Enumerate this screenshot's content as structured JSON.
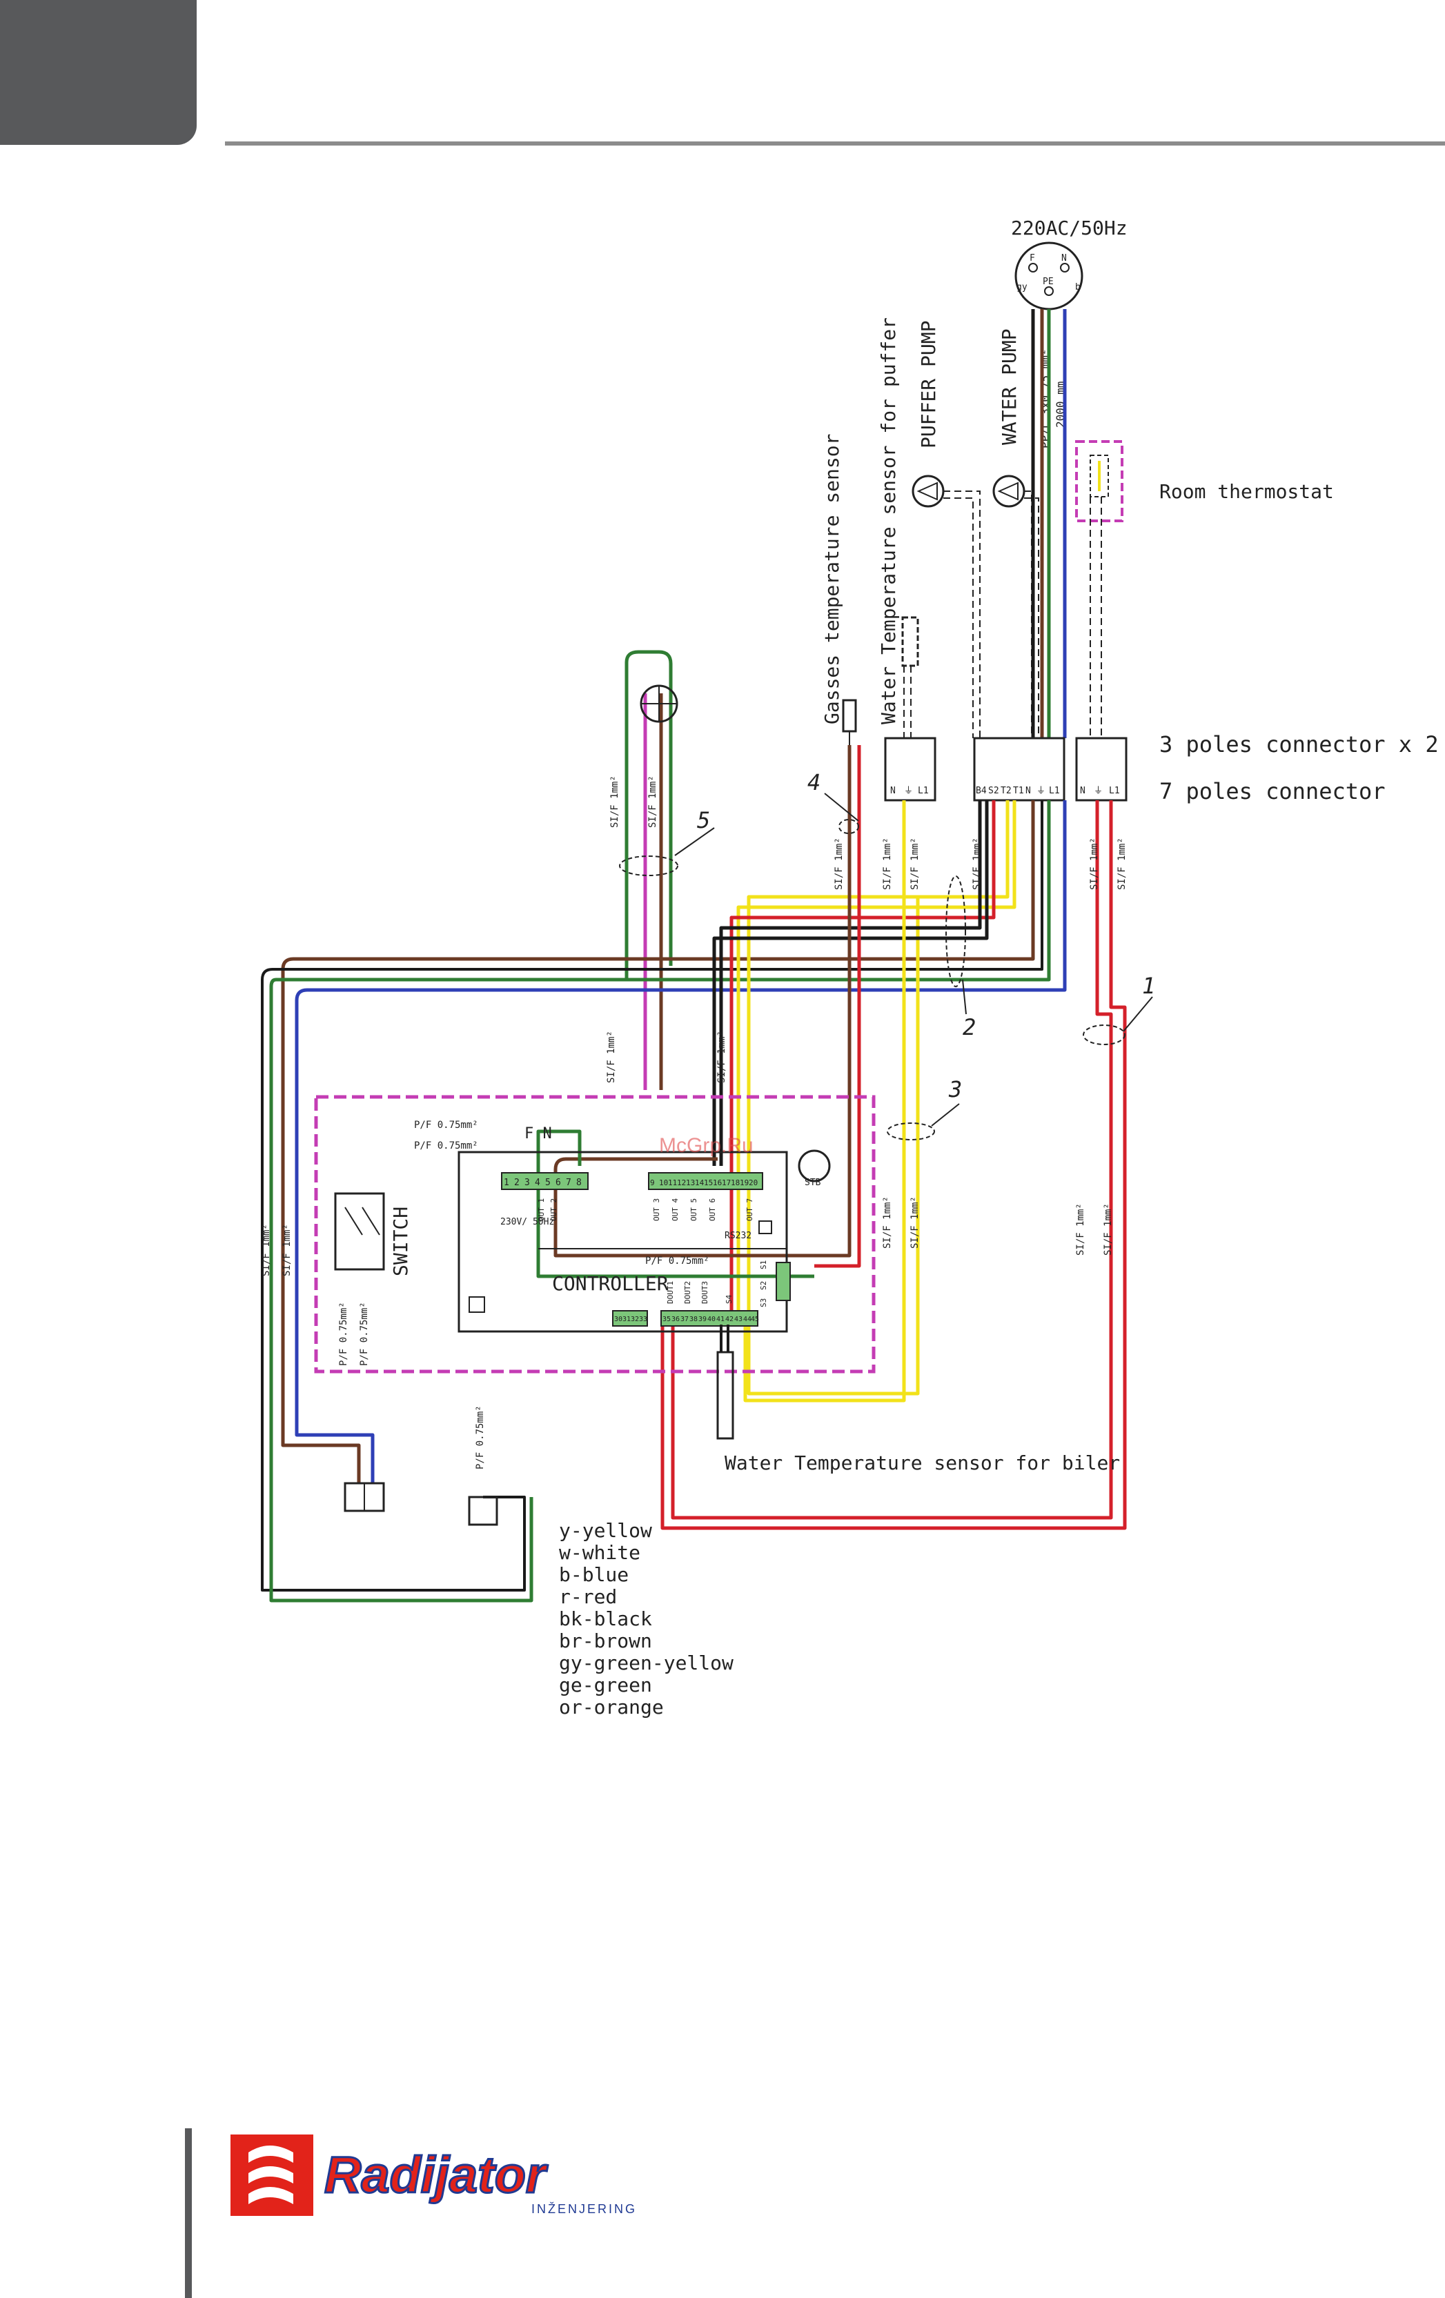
{
  "power": {
    "label": "220AC/50Hz"
  },
  "power_terminals": [
    "F",
    "N",
    "PE",
    "b",
    "gy"
  ],
  "cable_spec_power": [
    "PP/L 3x0.75 mm²",
    "2000 mm"
  ],
  "components": {
    "room_thermostat": "Room thermostat",
    "puffer_pump": "PUFFER PUMP",
    "water_pump": "WATER PUMP",
    "water_sensor_puffer": "Water Temperature sensor for puffer",
    "gasses_sensor": "Gasses temperature sensor",
    "connector_3": "3 poles connector x 2",
    "connector_7": "7 poles connector",
    "controller": "CONTROLLER",
    "switch": "SWITCH",
    "stb": "STB",
    "rs232": "RS232",
    "water_sensor_boiler": "Water Temperature sensor for biler",
    "watermark": "McGrp.Ru"
  },
  "cable_numbers": [
    "1",
    "2",
    "3",
    "4",
    "5"
  ],
  "cable_specs": {
    "si_f": "SI/F 1mm²",
    "pf": "P/F 0.75mm²"
  },
  "controller_labels": {
    "fn": "F N",
    "power_in": "230V/ 50Hz",
    "terminals_left": [
      "1",
      "2",
      "3",
      "4",
      "5",
      "6",
      "7",
      "8"
    ],
    "terminals_mid": [
      "9",
      "10",
      "11",
      "12",
      "13",
      "14",
      "15",
      "16",
      "17",
      "18",
      "19",
      "20"
    ],
    "terminals_bottom": [
      "30",
      "31",
      "32",
      "33"
    ],
    "terminals_bottom2": [
      "35",
      "36",
      "37",
      "38",
      "39",
      "40",
      "41",
      "42",
      "43",
      "44",
      "45"
    ],
    "outs": [
      "OUT 1",
      "OUT 2",
      "OUT 3",
      "OUT 4",
      "OUT 5",
      "OUT 6",
      "OUT 7"
    ],
    "ports": [
      "DOUT1",
      "DOUT2",
      "DOUT3",
      "S4"
    ],
    "s_labels": [
      "S1",
      "S2",
      "S3"
    ]
  },
  "connector7_pins": [
    "B4",
    "S2",
    "T2",
    "T1",
    "N",
    "⏚",
    "L1"
  ],
  "connector3_pins": [
    "N",
    "⏚",
    "L1"
  ],
  "legend": [
    "y-yellow",
    "w-white",
    "b-blue",
    "r-red",
    "bk-black",
    "br-brown",
    "gy-green-yellow",
    "ge-green",
    "or-orange"
  ],
  "logo": {
    "brand": "Radijator",
    "sub": "INŽENJERING"
  },
  "colors": {
    "red": "#d4202a",
    "yellow": "#f2e21a",
    "blue": "#2e3fb6",
    "green": "#2f7d33",
    "brown": "#6b3a24",
    "black": "#1a1a1a",
    "magenta": "#c43cb4",
    "terminal_green": "#7cc67a"
  }
}
